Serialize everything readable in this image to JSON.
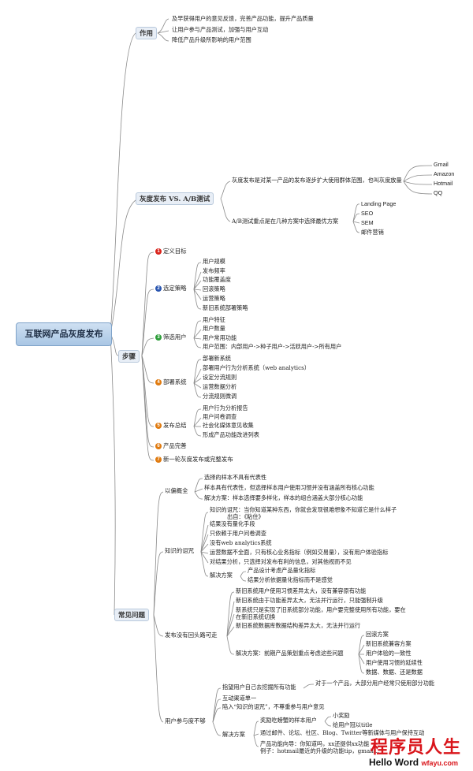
{
  "root": "互联网产品灰度发布",
  "branch_effect": {
    "label": "作用",
    "items": [
      "及早获得用户的意见反馈，完善产品功能，提升产品质量",
      "让用户参与产品测试，加强与用户互动",
      "降低产品升级所影响的用户范围"
    ]
  },
  "branch_gray": {
    "label": "灰度发布 VS. A/B测试",
    "gray_text": "灰度发布是对某一产品的发布逐步扩大使用群体范围，也叫灰度放量",
    "gray_examples": [
      "Gmail",
      "Amazon",
      "Hotmail",
      "QQ"
    ],
    "ab_text": "A/B测试重点是在几种方案中选择最优方案",
    "ab_examples": [
      "Landing Page",
      "SEO",
      "SEM",
      "邮件营销"
    ]
  },
  "branch_steps": {
    "label": "步骤",
    "step1": {
      "num": "1",
      "label": "定义目标"
    },
    "step2": {
      "num": "2",
      "label": "选定策略",
      "items": [
        "用户规模",
        "发布频率",
        "功能覆盖度",
        "回滚策略",
        "运营策略",
        "新旧系统部署策略"
      ]
    },
    "step3": {
      "num": "3",
      "label": "筛选用户",
      "items": [
        "用户特征",
        "用户数量",
        "用户常用功能",
        "用户范围：内部用户->种子用户->活跃用户->所有用户"
      ]
    },
    "step4": {
      "num": "4",
      "label": "部署系统",
      "items": [
        "部署新系统",
        "部署用户行为分析系统（web analytics）",
        "设定分流规则",
        "运营数据分析",
        "分流规则微调"
      ]
    },
    "step5": {
      "num": "5",
      "label": "发布总结",
      "items": [
        "用户行为分析报告",
        "用户问卷调查",
        "社会化媒体意见收集",
        "形成产品功能改进列表"
      ]
    },
    "step6": {
      "num": "6",
      "label": "产品完善"
    },
    "step7": {
      "num": "7",
      "label": "新一轮灰度发布或完整发布"
    }
  },
  "branch_faq": {
    "label": "常见问题",
    "q1": {
      "label": "以偏概全",
      "items": [
        "选择的样本不具有代表性",
        "样本具有代表性，但选择样本用户使用习惯并没有涵盖所有核心功能",
        "解决方案：样本选择要多样化，样本的组合涵盖大部分核心功能"
      ]
    },
    "q2": {
      "label": "知识的诅咒",
      "intro_1": "知识的诅咒：当你知道某种东西，你就会发现很难想象不知道它是什么样子",
      "intro_2": "出自：《粘住》",
      "items": [
        "结果没有量化手段",
        "只依赖于用户问卷调查",
        "没有web analytics系统",
        "运营数据不全面，只有核心业务指标（例如交易量），没有用户体验指标",
        "对结果分析，只选择对发布有利的信息，对其他视而不见"
      ],
      "solution": "解决方案",
      "solution_items": [
        "产品设计考虑产品量化指标",
        "结果分析依据量化指标而不是感觉"
      ]
    },
    "q3": {
      "label": "发布没有回头路可走",
      "items": [
        "新旧系统用户使用习惯差异太大，没有兼容原有功能",
        "新旧系统由于功能差异太大，无法并行运行，只能强制升级",
        "新系统只是实现了旧系统部分功能，用户要完整使用所有功能，要在",
        "在新旧系统切换",
        "新旧系统数据库数据结构差异太大，无法并行运行"
      ],
      "solution": "解决方案：前期产品策划重点考虑这些问题",
      "solution_items": [
        "回滚方案",
        "新旧系统兼容方案",
        "用户体验的一致性",
        "用户使用习惯的延续性",
        "数据、数据、还是数据"
      ]
    },
    "q4": {
      "label": "用户参与度不够",
      "items": [
        "指望用户自己去挖掘所有功能",
        "互动渠道单一",
        "陷入“知识的诅咒”，不尊重参与用户意见"
      ],
      "note": "对于一个产品，大部分用户经常只使用部分功能",
      "solution": "解决方案",
      "sample": "奖励吃螃蟹的样本用户",
      "sample_items": [
        "小奖励",
        "给用户冠以title"
      ],
      "channels": "通过邮件、论坛、社区、Blog、Twitter等新媒体与用户保持互动",
      "guide": "产品功能向导：你知道吗，xx还提供xx功能",
      "example": "例子：hotmail最近的升级的功能tip，gmail..."
    }
  },
  "watermark": {
    "title": "程序员人生",
    "site": "Hello Word",
    "domain": "wfayu.com"
  },
  "colors": {
    "line": "#8a8a8a",
    "step1": "#d9241c",
    "step2": "#2a56b0",
    "step3": "#2e9e3a",
    "step4": "#e07b10",
    "step5": "#e07b10",
    "step6": "#e07b10",
    "step7": "#e07b10"
  }
}
